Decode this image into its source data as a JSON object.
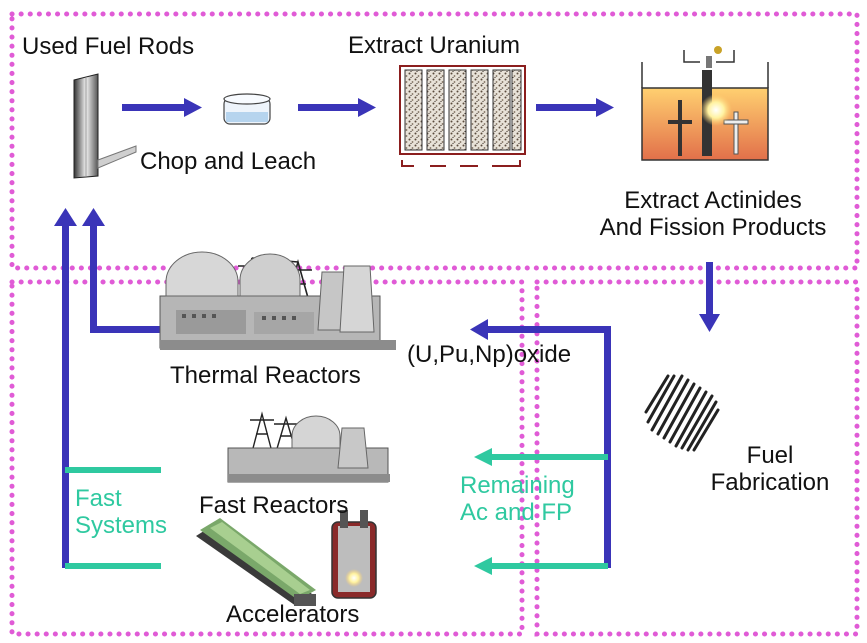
{
  "labels": {
    "used_fuel_rods": "Used Fuel Rods",
    "extract_uranium": "Extract Uranium",
    "chop_and_leach": "Chop and Leach",
    "extract_actinides_line1": "Extract Actinides",
    "extract_actinides_line2": "And Fission Products",
    "thermal_reactors": "Thermal Reactors",
    "oxide": "(U,Pu,Np)oxide",
    "fuel": "Fuel",
    "fabrication": "Fabrication",
    "remaining_line1": "Remaining",
    "remaining_line2": "Ac and FP",
    "fast_line1": "Fast",
    "fast_line2": "Systems",
    "fast_reactors": "Fast Reactors",
    "accelerators": "Accelerators"
  },
  "colors": {
    "flow_arrow": "#3a34b8",
    "recycle_arrow": "#2fc9a0",
    "region_border": "#e05bd6",
    "text": "#111111"
  },
  "icons": [
    "fuel-rod-icon",
    "leach-vessel-icon",
    "uranium-extractor-icon",
    "electrolysis-cell-icon",
    "thermal-reactor-plant-icon",
    "fuel-bundle-icon",
    "fast-reactor-plant-icon",
    "accelerator-icon",
    "reactor-vessel-icon"
  ]
}
